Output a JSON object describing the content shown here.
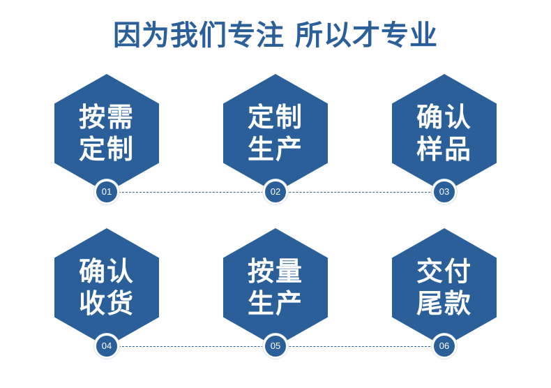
{
  "title": "因为我们专注 所以才专业",
  "colors": {
    "primary": "#2b5f99",
    "background": "#ffffff"
  },
  "steps": [
    {
      "number": "01",
      "line1": "按需",
      "line2": "定制"
    },
    {
      "number": "02",
      "line1": "定制",
      "line2": "生产"
    },
    {
      "number": "03",
      "line1": "确认",
      "line2": "样品"
    },
    {
      "number": "04",
      "line1": "确认",
      "line2": "收货"
    },
    {
      "number": "05",
      "line1": "按量",
      "line2": "生产"
    },
    {
      "number": "06",
      "line1": "交付",
      "line2": "尾款"
    }
  ]
}
